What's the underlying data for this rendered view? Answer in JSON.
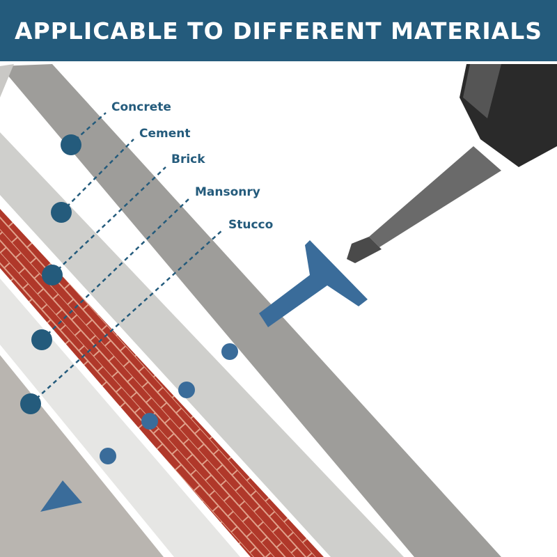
{
  "header": {
    "title": "APPLICABLE TO DIFFERENT MATERIALS"
  },
  "materials": [
    {
      "label": "Concrete"
    },
    {
      "label": "Cement"
    },
    {
      "label": "Brick"
    },
    {
      "label": "Mansonry"
    },
    {
      "label": "Stucco"
    }
  ],
  "colors": {
    "accent": "#245b7c",
    "brick": "#b0382a",
    "anchor": "#3a6c9a"
  }
}
